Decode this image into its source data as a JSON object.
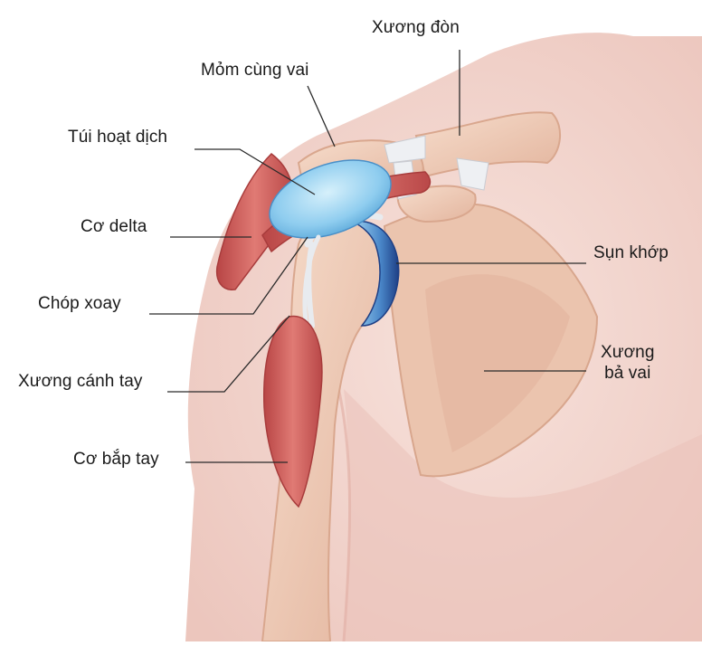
{
  "diagram": {
    "labels": {
      "clavicle": "Xương đòn",
      "acromion": "Mỏm cùng vai",
      "bursa": "Túi hoạt dịch",
      "deltoid": "Cơ delta",
      "cartilage": "Sụn khớp",
      "rotator_cuff": "Chóp xoay",
      "humerus": "Xương cánh tay",
      "scapula_line1": "Xương",
      "scapula_line2": "bả vai",
      "biceps": "Cơ bắp tay"
    },
    "colors": {
      "skin": "#f2d9d2",
      "bone": "#efcdb9",
      "muscle": "#d25a5a",
      "bursa": "#7ec4e8",
      "cartilage": "#3a6fb5",
      "ligament": "#e8ebef"
    }
  }
}
